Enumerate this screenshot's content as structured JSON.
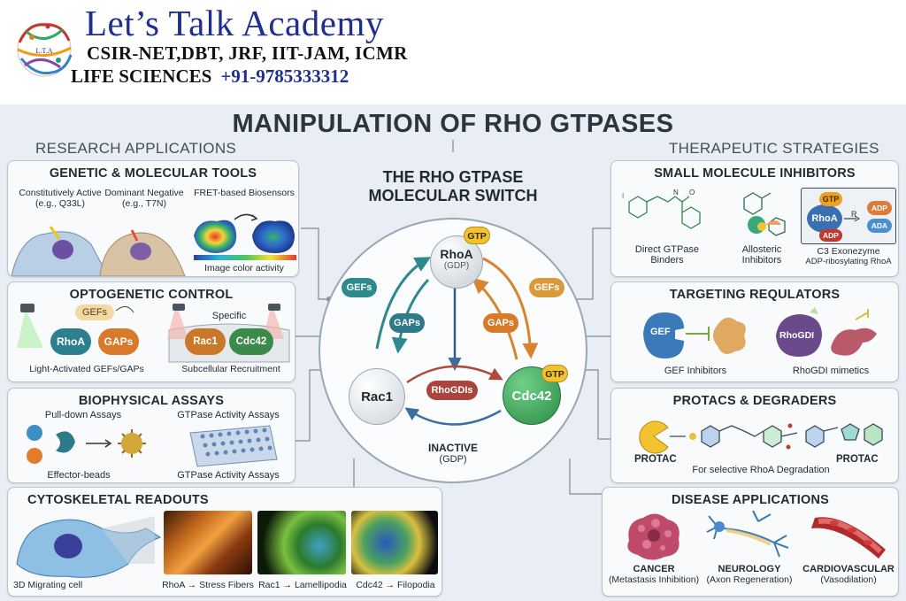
{
  "header": {
    "brand_title": "Let’s Talk Academy",
    "exams": "CSIR-NET,DBT, JRF, IIT-JAM, ICMR",
    "subject": "LIFE SCIENCES",
    "phone": "+91-9785333312",
    "logo_text": "L.T.A"
  },
  "poster": {
    "title": "MANIPULATION OF RHO GTPASES",
    "left_heading": "RESEARCH APPLICATIONS",
    "right_heading": "THERAPEUTIC STRATEGIES"
  },
  "center": {
    "title_line1": "THE RHO GTPASE",
    "title_line2": "MOLECULAR SWITCH",
    "rhoa": "RhoA",
    "rhoa_sub": "(GDP)",
    "rac1": "Rac1",
    "cdc42": "Cdc42",
    "gtp": "GTP",
    "gefs": "GEFs",
    "gaps": "GAPs",
    "rhogdis": "RhoGDIs",
    "inactive": "INACTIVE",
    "inactive_sub": "(GDP)"
  },
  "genetic": {
    "title": "GENETIC & MOLECULAR TOOLS",
    "ca_label": "Constitutively Active",
    "ca_example": "(e.g., Q33L)",
    "dn_label": "Dominant Negative",
    "dn_example": "(e.g., T7N)",
    "fret_label": "FRET-based Biosensors",
    "scale_label": "Image color activity"
  },
  "optogenetic": {
    "title": "OPTOGENETIC CONTROL",
    "gefs": "GEFs",
    "rhoa": "RhoA",
    "gaps": "GAPs",
    "left_caption": "Light-Activated GEFs/GAPs",
    "specific": "Specific",
    "rac1": "Rac1",
    "cdc42": "Cdc42",
    "right_caption": "Subcellular Recruitment"
  },
  "biophysical": {
    "title": "BIOPHYSICAL ASSAYS",
    "pulldown": "Pull-down Assays",
    "beads": "Effector-beads",
    "activity_top": "GTPase Activity Assays",
    "activity_bottom": "GTPase Activity Assays"
  },
  "cytoskeletal": {
    "title": "CYTOSKELETAL READOUTS",
    "cell_label": "3D Migrating cell",
    "rhoa_label": "RhoA → Stress Fibers",
    "rac1_label": "Rac1 → Lamellipodia",
    "cdc42_label": "Cdc42 → Filopodia"
  },
  "small_molecule": {
    "title": "SMALL MOLECULE INHIBITORS",
    "direct_line1": "Direct GTPase",
    "direct_line2": "Binders",
    "allosteric_line1": "Allosteric",
    "allosteric_line2": "Inhibitors",
    "c3_title": "C3 Exonezyme",
    "c3_sub": "ADP-ribosylating RhoA",
    "gtp": "GTP",
    "rhoa": "RhoA",
    "adp": "ADP",
    "r": "R",
    "ada": "ADA"
  },
  "regulators": {
    "title": "TARGETING REQULATORS",
    "gef": "GEF",
    "gef_caption": "GEF Inhibitors",
    "rhogdi": "RhoGDI",
    "rhogdi_caption": "RhoGDI mimetics"
  },
  "protacs": {
    "title": "PROTACS & DEGRADERS",
    "protac_left": "PROTAC",
    "protac_right": "PROTAC",
    "caption": "For selective RhoA Degradation"
  },
  "disease": {
    "title": "DISEASE APPLICATIONS",
    "cancer": "CANCER",
    "cancer_sub": "(Metastasis Inhibition)",
    "neuro": "NEUROLOGY",
    "neuro_sub": "(Axon Regeneration)",
    "cardio": "CARDIOVASCULAR",
    "cardio_sub": "(Vasodilation)"
  },
  "colors": {
    "brand_blue": "#1f2f8f",
    "rhoa_node": "#d9dde0",
    "rac1_node": "#dfe3e6",
    "cdc42_node": "#3aa35a",
    "gtp_badge": "#f2c230",
    "gef_pill": "#2f8a8c",
    "gap_pill": "#2e7a8a",
    "rhogdi_pill": "#a8453c",
    "gaps_orange": "#d97a2a"
  }
}
